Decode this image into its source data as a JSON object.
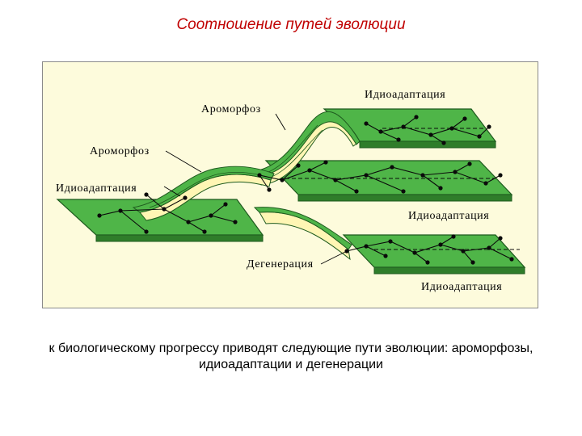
{
  "slide": {
    "title": "Соотношение путей эволюции",
    "caption_line1": "к биологическому прогрессу приводят следующие пути эволюции: ароморфозы,",
    "caption_line2": "идиоадаптации и дегенерации"
  },
  "diagram": {
    "labels": {
      "idioadaptation_top": "Идиоадаптация",
      "aromorphosis_upper": "Ароморфоз",
      "aromorphosis_lower": "Ароморфоз",
      "idioadaptation_left": "Идиоадаптация",
      "idioadaptation_middle": "Идиоадаптация",
      "degeneration": "Дегенерация",
      "idioadaptation_bottom": "Идиоадаптация"
    },
    "colors": {
      "plane_fill": "#4fb548",
      "plane_edge": "#1e5a1e",
      "ramp_light": "#fff6b4",
      "background": "#fdfbdc",
      "title": "#c00000"
    }
  }
}
